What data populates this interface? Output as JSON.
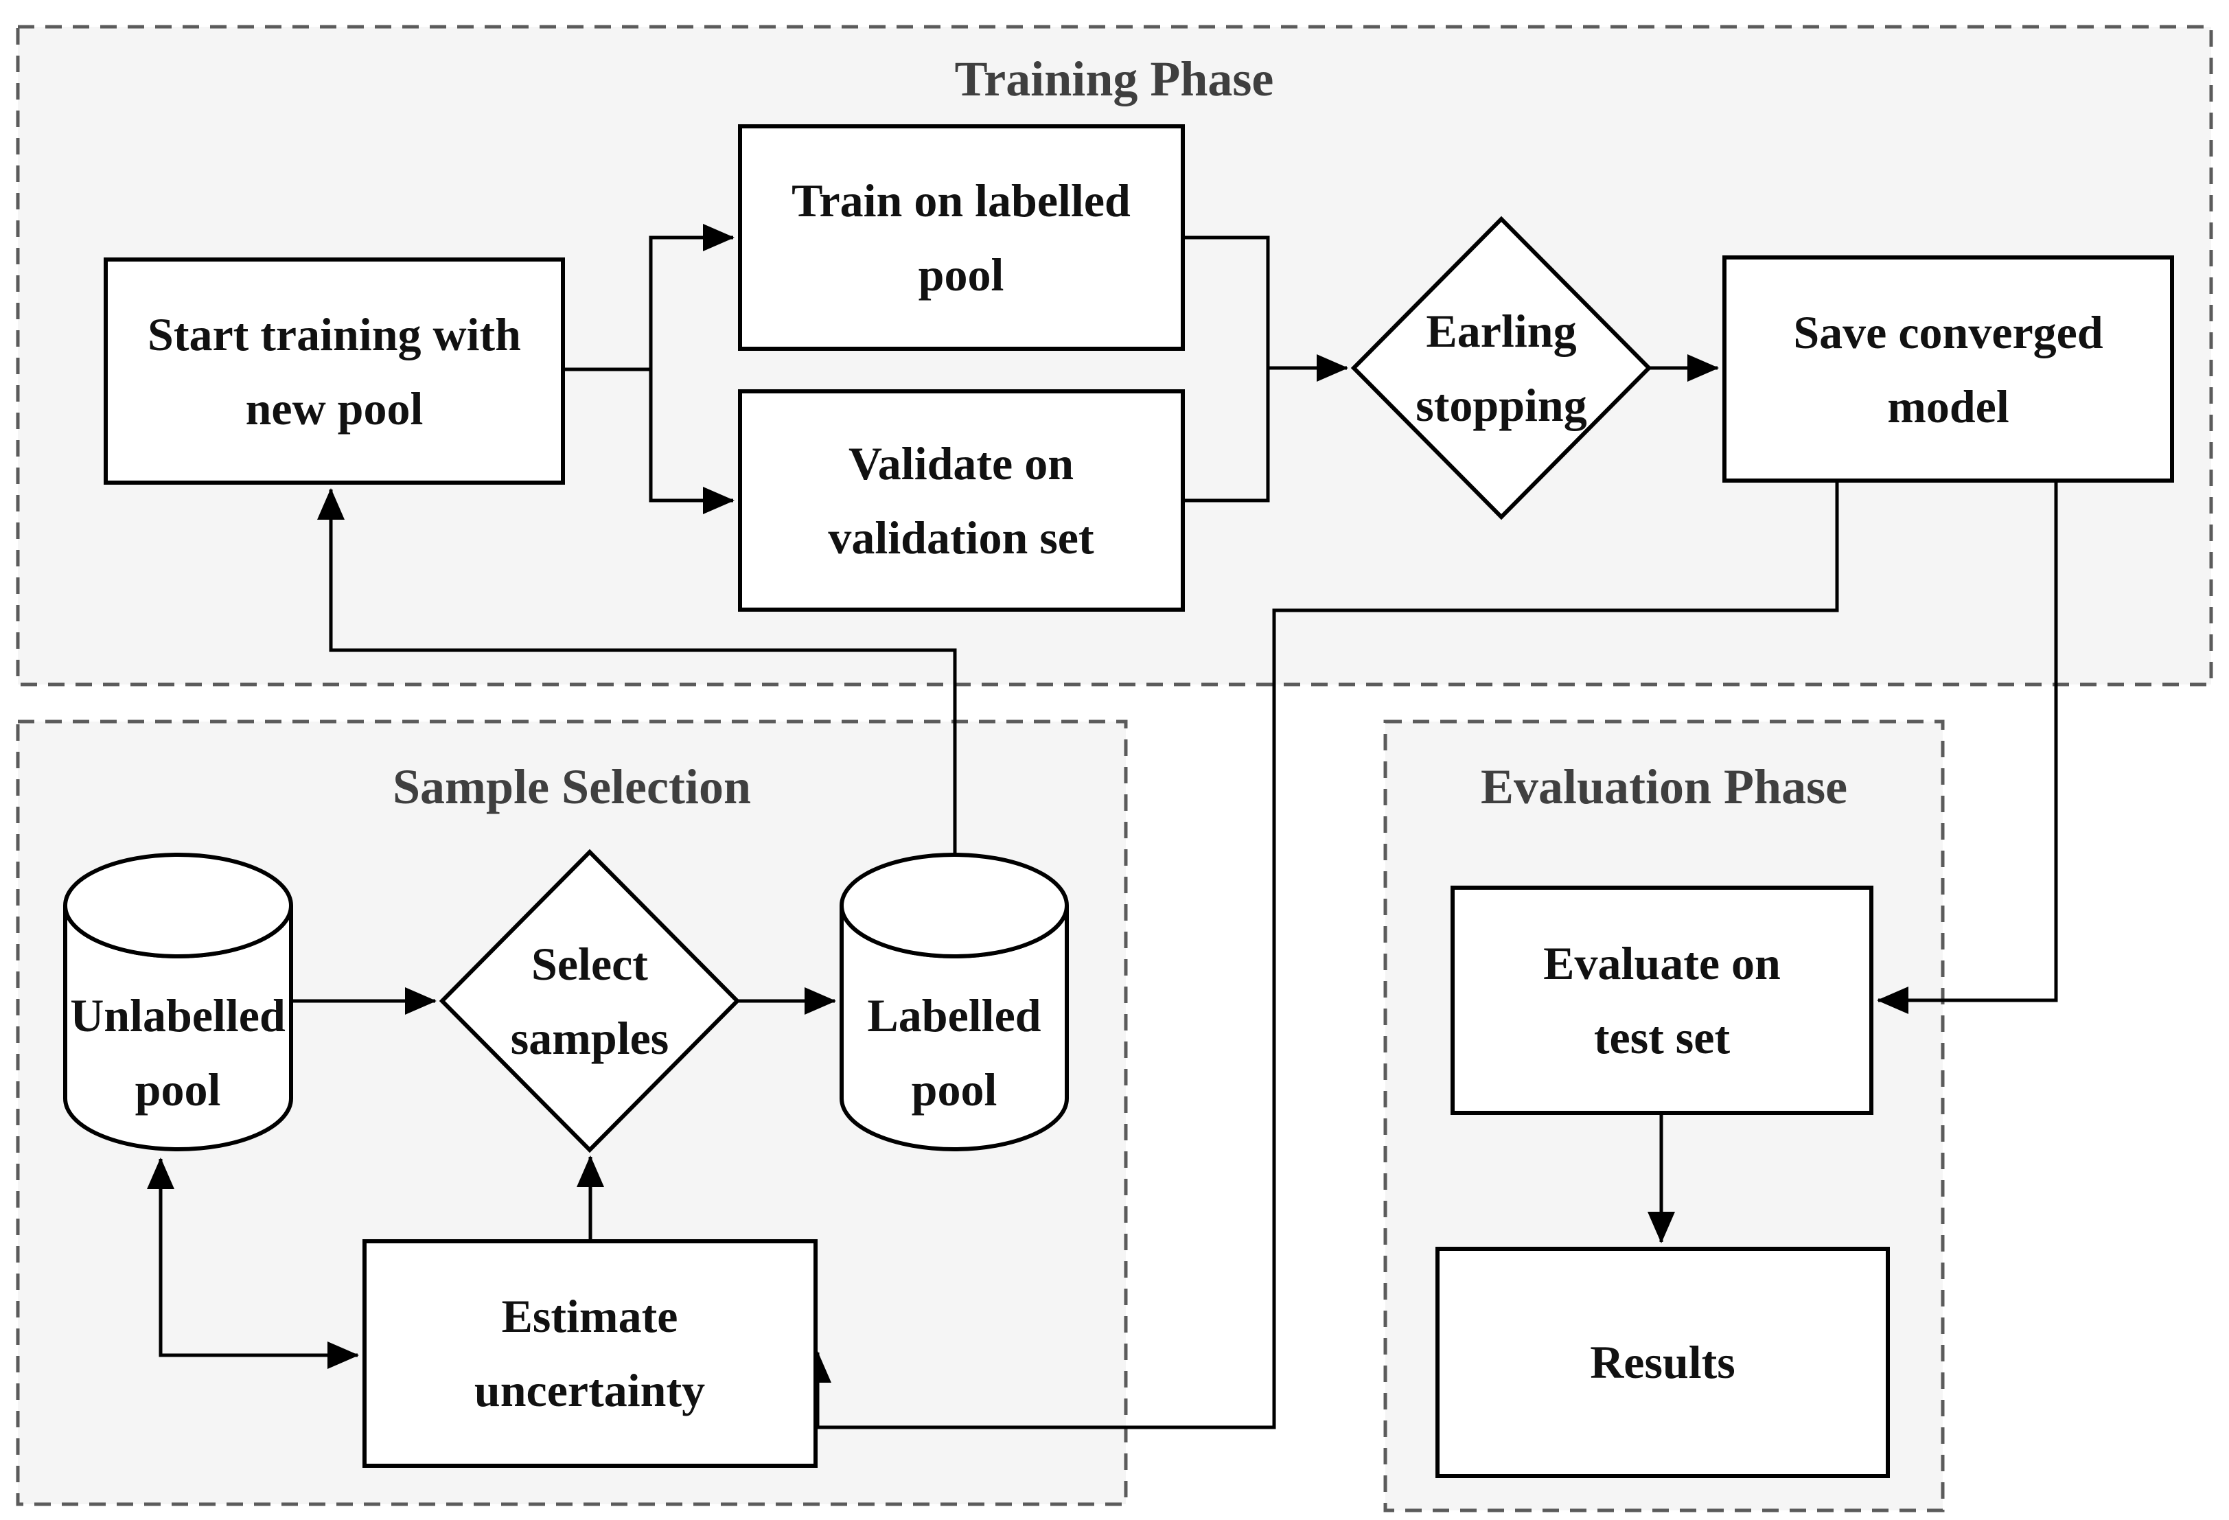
{
  "sections": {
    "training": {
      "title": "Training Phase"
    },
    "sample_selection": {
      "title": "Sample Selection"
    },
    "evaluation": {
      "title": "Evaluation Phase"
    }
  },
  "nodes": {
    "start_training": {
      "line1": "Start training with",
      "line2": "new pool"
    },
    "train_on_labelled": {
      "line1": "Train on labelled",
      "line2": "pool"
    },
    "validate": {
      "line1": "Validate on",
      "line2": "validation set"
    },
    "early_stopping": {
      "line1": "Earling",
      "line2": "stopping"
    },
    "save_model": {
      "line1": "Save converged",
      "line2": "model"
    },
    "unlabelled_pool": {
      "line1": "Unlabelled",
      "line2": "pool"
    },
    "select_samples": {
      "line1": "Select",
      "line2": "samples"
    },
    "labelled_pool": {
      "line1": "Labelled",
      "line2": "pool"
    },
    "estimate_uncertainty": {
      "line1": "Estimate",
      "line2": "uncertainty"
    },
    "evaluate_test": {
      "line1": "Evaluate on",
      "line2": "test set"
    },
    "results": {
      "label": "Results"
    }
  },
  "colors": {
    "section_fill": "#f5f5f5",
    "shape_fill": "#ffffff",
    "edge_stroke": "#000000",
    "dash_stroke": "#5b5b5b",
    "title_color": "#3f3f3f"
  }
}
